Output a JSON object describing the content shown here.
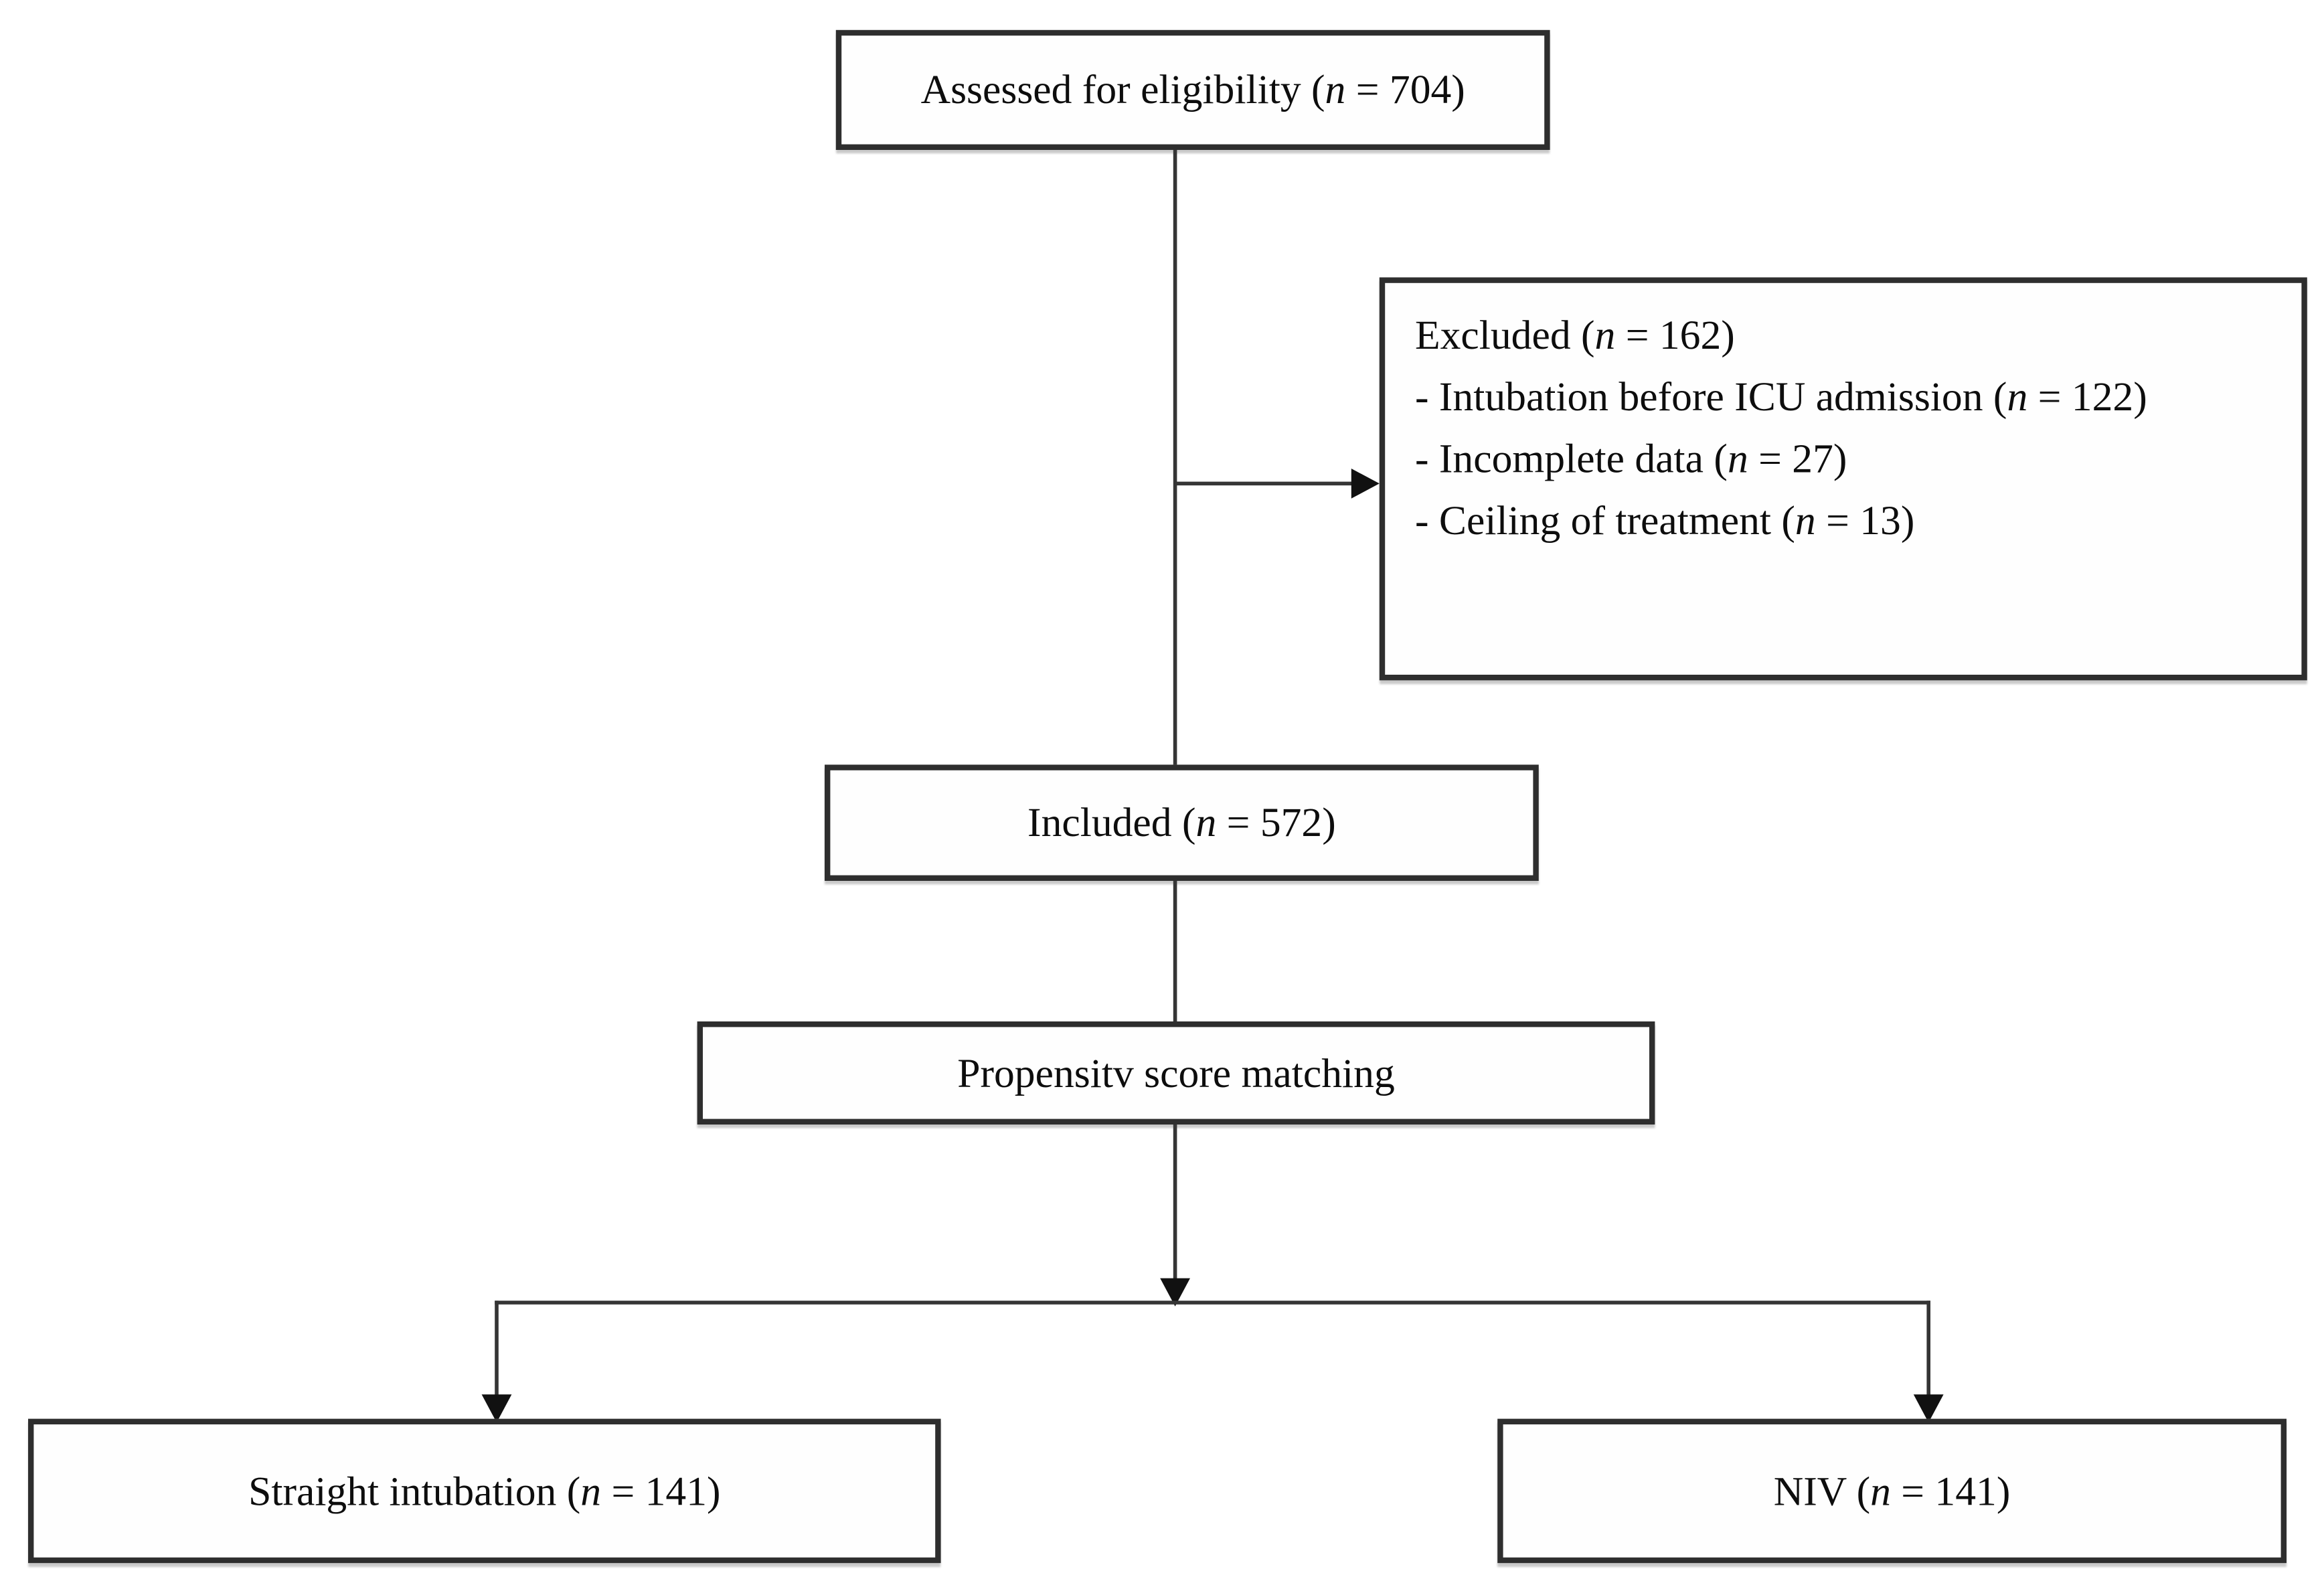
{
  "diagram": {
    "type": "patient-flow-chart",
    "colors": {
      "background": "#ffffff",
      "box_border": "#2e2e2e",
      "text": "#0d0d0d",
      "connector": "#353535",
      "arrowhead": "#111111"
    },
    "nodes": {
      "assessed": {
        "pre": "Assessed for eligibility (",
        "n": "n",
        "post": " = 704)"
      },
      "excluded": {
        "title": {
          "pre": "Excluded (",
          "n": "n",
          "post": " = 162)"
        },
        "items": [
          {
            "pre": "- Intubation before ICU admission (",
            "n": "n",
            "post": " = 122)"
          },
          {
            "pre": "- Incomplete data (",
            "n": "n",
            "post": " = 27)"
          },
          {
            "pre": "- Ceiling of treatment (",
            "n": "n",
            "post": " = 13)"
          }
        ]
      },
      "included": {
        "pre": "Included (",
        "n": "n",
        "post": " = 572)"
      },
      "propensity": {
        "text": "Propensitv score matching"
      },
      "straight": {
        "pre": "Straight intubation (",
        "n": "n",
        "post": " = 141)"
      },
      "niv": {
        "pre": "NIV (",
        "n": "n",
        "post": " = 141)"
      }
    }
  }
}
